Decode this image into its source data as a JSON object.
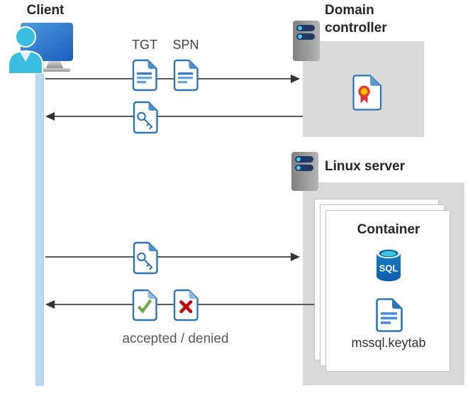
{
  "client": {
    "label": "Client"
  },
  "top_flow": {
    "tgt_label": "TGT",
    "spn_label": "SPN"
  },
  "domain_controller": {
    "title": "Domain controller"
  },
  "linux_server": {
    "title": "Linux server"
  },
  "container": {
    "title": "Container",
    "sql_badge": "SQL",
    "keytab_label": "mssql.keytab"
  },
  "bottom_flow": {
    "result_label": "accepted / denied"
  },
  "colors": {
    "doc_blue": "#2E75B6",
    "doc_line_blue": "#5B9BD5",
    "lifeline_blue": "#BDD7EE",
    "panel_gray": "#D9D9D9",
    "check_green": "#70AD47",
    "cross_red": "#C00000",
    "ribbon_red": "#D13438",
    "seal_yellow": "#FFC000",
    "sql_body_blue": "#1168B4",
    "sql_cyan": "#3EC6E0",
    "server_bar_navy": "#1F3864",
    "arrow_gray": "#595959"
  }
}
